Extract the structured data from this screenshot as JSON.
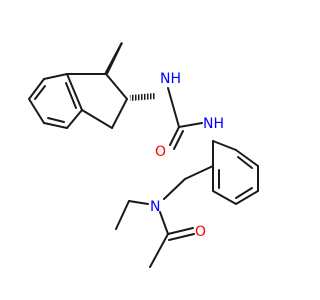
{
  "molecule": {
    "atoms": [
      {
        "id": "a-methyl",
        "label": "",
        "color": "#000000"
      },
      {
        "id": "a-nh-top",
        "label": "NH",
        "color": "#0000ff"
      },
      {
        "id": "a-nh-right",
        "label": "NH",
        "color": "#0000ff"
      },
      {
        "id": "a-carbonyl-o-1",
        "label": "O",
        "color": "#ff0000"
      },
      {
        "id": "a-amide-n",
        "label": "N",
        "color": "#0000ff"
      },
      {
        "id": "a-carbonyl-o-2",
        "label": "O",
        "color": "#ff0000"
      }
    ],
    "bond_color": "#1a1a1a",
    "heteroatom_colors": {
      "N": "#0000ff",
      "O": "#ff0000"
    }
  }
}
